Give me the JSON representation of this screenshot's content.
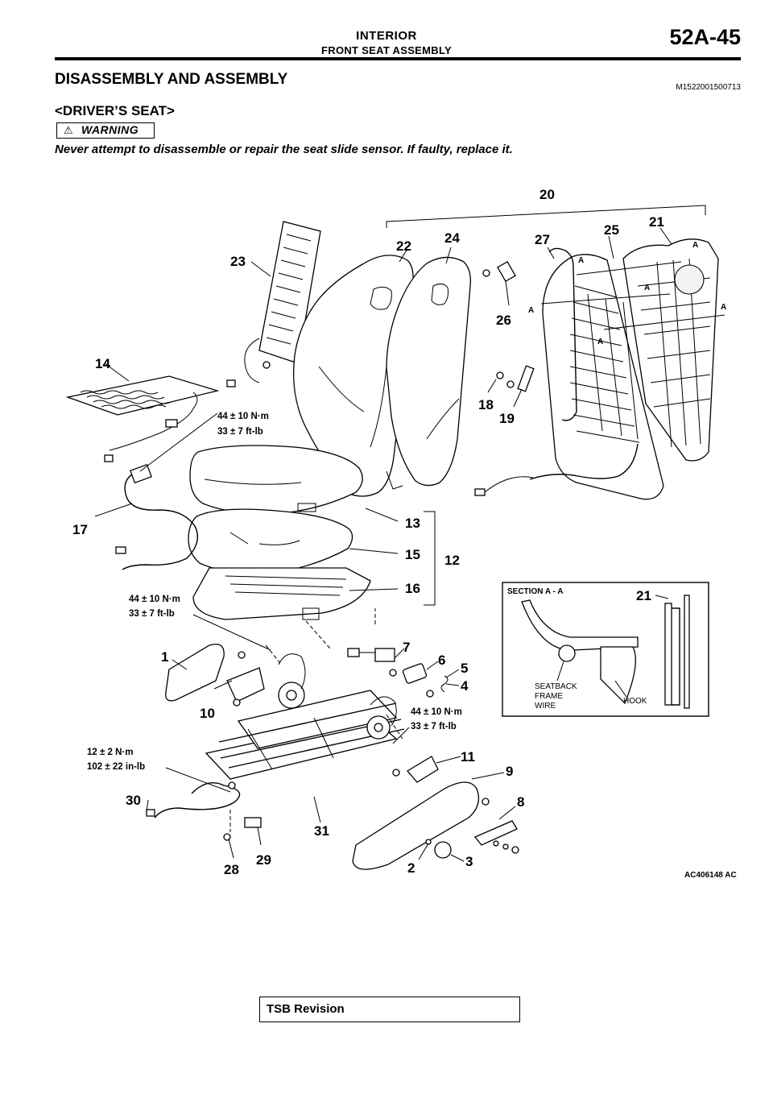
{
  "header": {
    "title": "INTERIOR",
    "subtitle": "FRONT SEAT ASSEMBLY",
    "page_number": "52A-45"
  },
  "section": {
    "title": "DISASSEMBLY AND ASSEMBLY",
    "code": "M1522001500713",
    "subtitle": "<DRIVER’S SEAT>"
  },
  "warning": {
    "label": "WARNING",
    "text": "Never attempt to disassemble or repair the seat slide sensor. If faulty, replace it."
  },
  "figure": {
    "part_numbers": {
      "p1": "1",
      "p2": "2",
      "p3": "3",
      "p4": "4",
      "p5": "5",
      "p6": "6",
      "p7": "7",
      "p8": "8",
      "p9": "9",
      "p10": "10",
      "p11": "11",
      "p12": "12",
      "p13": "13",
      "p14": "14",
      "p15": "15",
      "p16": "16",
      "p17": "17",
      "p18": "18",
      "p19": "19",
      "p20": "20",
      "p21": "21",
      "p22": "22",
      "p23": "23",
      "p24": "24",
      "p25": "25",
      "p26": "26",
      "p27": "27",
      "p28": "28",
      "p29": "29",
      "p30": "30",
      "p31": "31"
    },
    "torque": {
      "t1_nm": "44 ± 10 N·m",
      "t1_ft": "33 ± 7 ft-lb",
      "t2_nm": "44 ± 10 N·m",
      "t2_ft": "33 ± 7 ft-lb",
      "t3_nm": "44 ± 10 N·m",
      "t3_ft": "33 ± 7 ft-lb",
      "t4_nm": "12 ± 2 N·m",
      "t4_ft": "102 ± 22 in-lb"
    },
    "section_marker": "A",
    "inset": {
      "title": "SECTION A - A",
      "part": "21",
      "label_wire_1": "SEATBACK",
      "label_wire_2": "FRAME",
      "label_wire_3": "WIRE",
      "label_hook": "HOOK"
    },
    "reference": "AC406148 AC"
  },
  "footer": {
    "label": "TSB Revision"
  }
}
